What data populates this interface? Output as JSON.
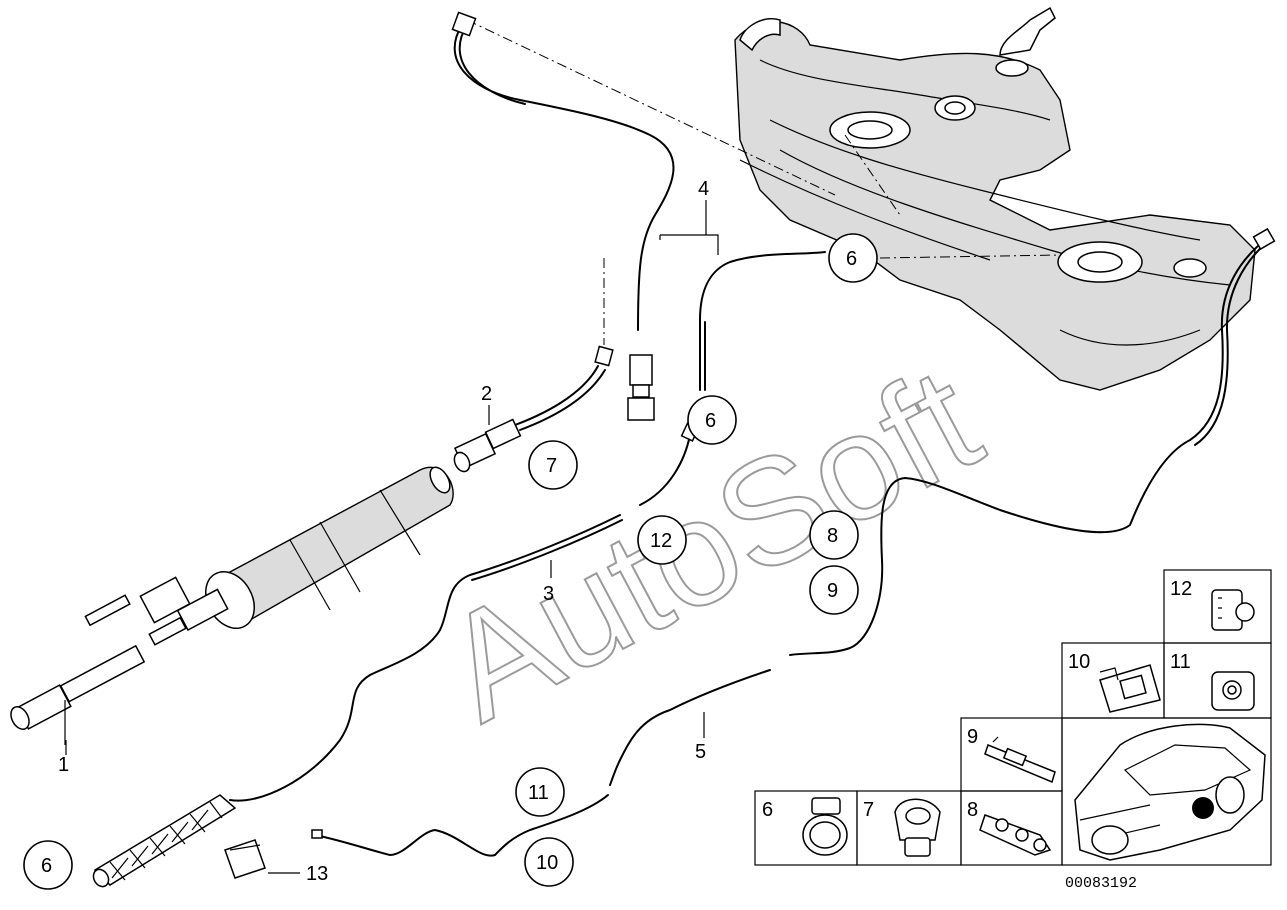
{
  "watermark": "AutoSoft",
  "reference": "00083192",
  "callouts": {
    "c1": "1",
    "c2": "2",
    "c3": "3",
    "c4": "4",
    "c5": "5",
    "c6a": "6",
    "c6b": "6",
    "c6c": "6",
    "c7": "7",
    "c8": "8",
    "c9": "9",
    "c10": "10",
    "c11": "11",
    "c12": "12",
    "c13": "13"
  },
  "legend": {
    "l12": "12",
    "l10": "10",
    "l11": "11",
    "l9": "9",
    "l6": "6",
    "l7": "7",
    "l8": "8"
  }
}
